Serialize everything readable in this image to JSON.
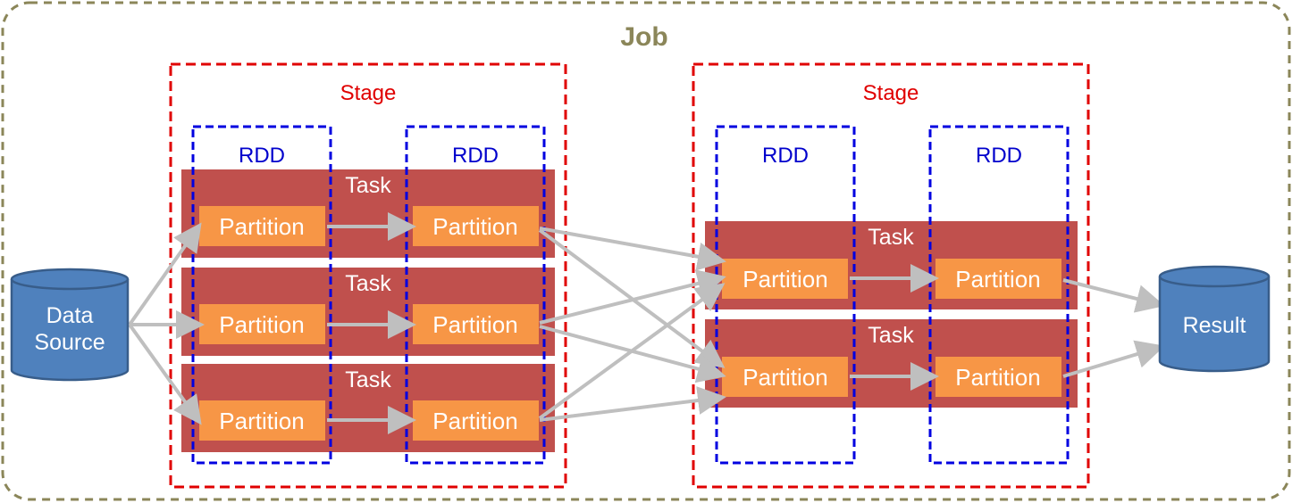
{
  "job": {
    "title": "Job"
  },
  "stages": [
    {
      "title": "Stage"
    },
    {
      "title": "Stage"
    }
  ],
  "rdds": [
    "RDD",
    "RDD",
    "RDD",
    "RDD"
  ],
  "tasks": [
    "Task",
    "Task",
    "Task",
    "Task",
    "Task"
  ],
  "partition_label": "Partition",
  "data_source": {
    "line1": "Data",
    "line2": "Source"
  },
  "result": {
    "label": "Result"
  },
  "colors": {
    "job_border": "#8b8659",
    "stage_border": "#e00000",
    "rdd_border": "#0000e0",
    "task_fill": "#c0504d",
    "partition_fill": "#f79646",
    "cylinder_fill": "#4f81bd",
    "cylinder_stroke": "#385d8a",
    "arrow": "#bfbfbf"
  }
}
